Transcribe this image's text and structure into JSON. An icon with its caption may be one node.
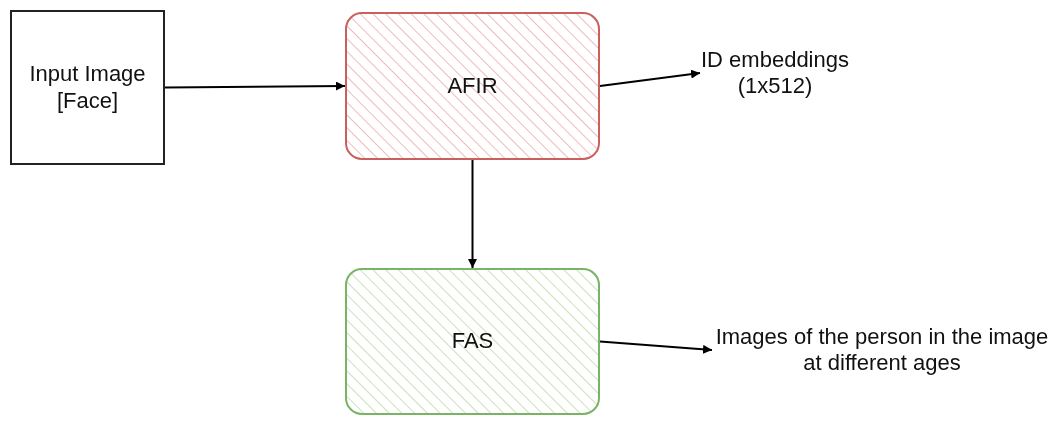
{
  "diagram": {
    "nodes": [
      {
        "text": [
          "Input Image [Face]"
        ]
      },
      {
        "text": [
          "AFIR"
        ]
      },
      {
        "text": [
          "ID embeddings (1x512)"
        ]
      },
      {
        "text": [
          "FAS"
        ]
      },
      {
        "text": [
          "Images of the person in the image at different ages"
        ]
      }
    ],
    "edges": [
      {
        "from": 0,
        "to": 1,
        "arrow": "to"
      },
      {
        "from": 1,
        "to": 2,
        "arrow": "to"
      },
      {
        "from": 1,
        "to": 3,
        "arrow": "to"
      },
      {
        "from": 3,
        "to": 4,
        "arrow": "to"
      }
    ]
  }
}
